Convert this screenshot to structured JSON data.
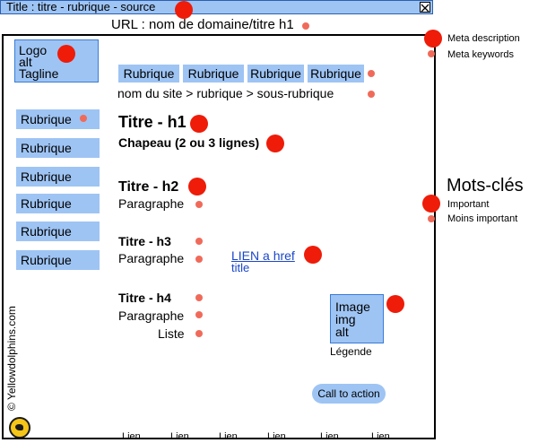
{
  "title_bar": {
    "text": "Title : titre - rubrique - source"
  },
  "url_text": "URL : nom de domaine/titre h1",
  "logo": {
    "line1": "Logo",
    "line2": "alt",
    "line3": "Tagline"
  },
  "top_rubriques": [
    "Rubrique",
    "Rubrique",
    "Rubrique",
    "Rubrique"
  ],
  "breadcrumb": "nom du site > rubrique > sous-rubrique",
  "side_rubriques": [
    "Rubrique",
    "Rubrique",
    "Rubrique",
    "Rubrique",
    "Rubrique",
    "Rubrique"
  ],
  "content": {
    "h1": "Titre - h1",
    "chapeau": "Chapeau (2 ou 3 lignes)",
    "h2": "Titre - h2",
    "h3": "Titre - h3",
    "h4": "Titre - h4",
    "paragraphe": "Paragraphe",
    "liste": "Liste"
  },
  "link": {
    "text": "LIEN a href",
    "title": "title"
  },
  "image": {
    "line1": "Image",
    "line2": "img",
    "line3": "alt",
    "caption": "Légende"
  },
  "cta": "Call to action",
  "footer_links": [
    "Lien",
    "Lien",
    "Lien",
    "Lien",
    "Lien",
    "Lien"
  ],
  "credit": "© Yellowdolphins.com",
  "legend": {
    "meta_description": "Meta description",
    "meta_keywords": "Meta keywords",
    "mots_cles": "Mots-clés",
    "important": "Important",
    "moins_important": "Moins important"
  },
  "colors": {
    "box_fill": "#9ec4f4",
    "marker_major": "#ee1c09",
    "marker_minor": "#f06a5a",
    "link": "#1a47c9"
  }
}
